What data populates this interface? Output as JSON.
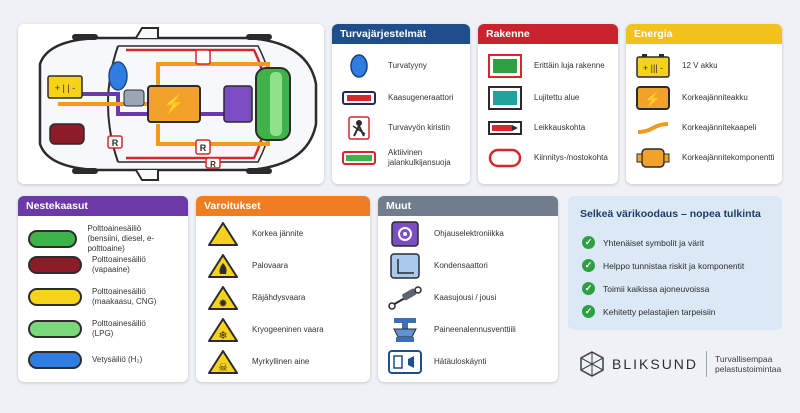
{
  "colors": {
    "turva": "#1f4e8c",
    "rakenne": "#c9242d",
    "energia": "#f2c21b",
    "neste": "#6b3aa8",
    "varoitus": "#ef7d22",
    "muut": "#6f7d8c",
    "highlight_bg": "#dbe9f7",
    "check": "#2ea043"
  },
  "turvajarjestelmat": {
    "title": "Turvajärjestelmät",
    "items": [
      {
        "icon": "airbag-icon",
        "label": "Turvatyyny"
      },
      {
        "icon": "gas-generator-icon",
        "label": "Kaasugeneraattori"
      },
      {
        "icon": "seatbelt-pretensioner-icon",
        "label": "Turvavyön kiristin"
      },
      {
        "icon": "pedestrian-protection-icon",
        "label": "Aktiivinen jalankulkijansuoja"
      }
    ]
  },
  "rakenne": {
    "title": "Rakenne",
    "items": [
      {
        "icon": "ultra-high-strength-icon",
        "label": "Erittäin luja rakenne"
      },
      {
        "icon": "reinforced-area-icon",
        "label": "Lujitettu alue"
      },
      {
        "icon": "cutting-point-icon",
        "label": "Leikkauskohta"
      },
      {
        "icon": "lifting-point-icon",
        "label": "Kiinnitys-/nostokohta"
      }
    ]
  },
  "energia": {
    "title": "Energia",
    "items": [
      {
        "icon": "battery-12v-icon",
        "label": "12 V akku",
        "symbols": "+ ||| -"
      },
      {
        "icon": "hv-battery-icon",
        "label": "Korkeajänniteakku"
      },
      {
        "icon": "hv-cable-icon",
        "label": "Korkeajännitekaapeli"
      },
      {
        "icon": "hv-component-icon",
        "label": "Korkeajännitekomponentti"
      }
    ]
  },
  "nestekaasut": {
    "title": "Nestekaasut",
    "items": [
      {
        "icon": "fuel-tank-icon",
        "color": "#3fb24a",
        "label_line1": "Polttoainesäiliö",
        "label_line2": "(bensiini, diesel, e-polttoaine)"
      },
      {
        "icon": "fuel-tank-icon",
        "color": "#8e1b28",
        "label_line1": "Polttoainesäiliö",
        "label_line2": "(vapaaine)"
      },
      {
        "icon": "fuel-tank-icon",
        "color": "#f6d21a",
        "label_line1": "Polttoainesäiliö",
        "label_line2": "(maakaasu, CNG)"
      },
      {
        "icon": "fuel-tank-icon",
        "color": "#7bd87a",
        "label_line1": "Polttoainesäiliö",
        "label_line2": "(LPG)"
      },
      {
        "icon": "hydrogen-tank-icon",
        "color": "#2f7de1",
        "label_line1": "Vetysäiliö (H₂)",
        "label_line2": ""
      }
    ]
  },
  "varoitukset": {
    "title": "Varoitukset",
    "items": [
      {
        "icon": "high-voltage-warning-icon",
        "label": "Korkea jännite",
        "glyph": "⚡"
      },
      {
        "icon": "fire-warning-icon",
        "label": "Palovaara",
        "glyph": "🔥"
      },
      {
        "icon": "explosion-warning-icon",
        "label": "Räjähdysvaara",
        "glyph": "✸"
      },
      {
        "icon": "cryogenic-warning-icon",
        "label": "Kryogeeninen vaara",
        "glyph": "❄"
      },
      {
        "icon": "toxic-warning-icon",
        "label": "Myrkyllinen aine",
        "glyph": "☠"
      }
    ]
  },
  "muut": {
    "title": "Muut",
    "items": [
      {
        "icon": "control-electronics-icon",
        "label": "Ohjauselektroniikka"
      },
      {
        "icon": "capacitor-icon",
        "label": "Kondensaattori"
      },
      {
        "icon": "gas-spring-icon",
        "label": "Kaasujousi / jousi"
      },
      {
        "icon": "pressure-relief-valve-icon",
        "label": "Paineenalennusventtiili"
      },
      {
        "icon": "emergency-start-icon",
        "label": "Hätäuloskäynti"
      }
    ]
  },
  "summary": {
    "title": "Selkeä värikoodaus – nopea tulkinta",
    "items": [
      "Yhtenäiset symbolit ja värit",
      "Helppo tunnistaa riskit ja komponentit",
      "Toimii kaikissa ajoneuvoissa",
      "Kehitetty pelastajien tarpeisiin"
    ]
  },
  "brand": {
    "name": "BLIKSUND",
    "tagline_line1": "Turvallisempaa",
    "tagline_line2": "pelastustoimintaa"
  }
}
